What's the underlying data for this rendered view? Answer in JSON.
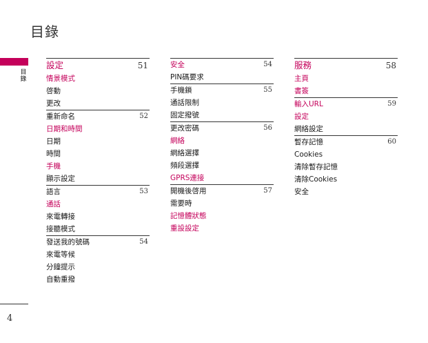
{
  "page": {
    "title": "目錄",
    "side_label": "目錄",
    "page_number": "4"
  },
  "columns": [
    {
      "entries": [
        {
          "text": "設定",
          "page": "51",
          "pink": true,
          "rule": true,
          "head": true
        },
        {
          "text": "情景模式",
          "pink": true
        },
        {
          "text": "啓動"
        },
        {
          "text": "更改"
        },
        {
          "text": "重新命名",
          "page": "52",
          "rule": true
        },
        {
          "text": "日期和時間",
          "pink": true
        },
        {
          "text": "日期"
        },
        {
          "text": "時間"
        },
        {
          "text": "手機",
          "pink": true
        },
        {
          "text": "顯示設定"
        },
        {
          "text": "語言",
          "page": "53",
          "rule": true
        },
        {
          "text": "通話",
          "pink": true
        },
        {
          "text": "來電轉接"
        },
        {
          "text": "接聽模式"
        },
        {
          "text": "發送我的號碼",
          "page": "54",
          "rule": true
        },
        {
          "text": "來電等候"
        },
        {
          "text": "分鐘提示"
        },
        {
          "text": "自動重撥"
        }
      ]
    },
    {
      "entries": [
        {
          "text": "安全",
          "page": "54",
          "pink": true,
          "rule": true
        },
        {
          "text": "PIN碼要求"
        },
        {
          "text": "手機鎖",
          "page": "55",
          "rule": true
        },
        {
          "text": "通話限制"
        },
        {
          "text": "固定撥號"
        },
        {
          "text": "更改密碼",
          "page": "56",
          "rule": true
        },
        {
          "text": "網絡",
          "pink": true
        },
        {
          "text": "網絡選擇"
        },
        {
          "text": "頻段選擇"
        },
        {
          "text": "GPRS連接",
          "pink": true
        },
        {
          "text": "開機後啓用",
          "page": "57",
          "rule": true
        },
        {
          "text": "需要時"
        },
        {
          "text": "記憶體狀態",
          "pink": true
        },
        {
          "text": "重設設定",
          "pink": true
        }
      ]
    },
    {
      "entries": [
        {
          "text": "服務",
          "page": "58",
          "pink": true,
          "rule": true,
          "head": true
        },
        {
          "text": "主頁",
          "pink": true
        },
        {
          "text": "書簽",
          "pink": true
        },
        {
          "text": "輸入URL",
          "page": "59",
          "pink": true,
          "rule": true
        },
        {
          "text": "設定",
          "pink": true
        },
        {
          "text": "網絡設定"
        },
        {
          "text": "暫存記憶",
          "page": "60",
          "rule": true
        },
        {
          "text": "Cookies"
        },
        {
          "text": "清除暫存記憶"
        },
        {
          "text": "清除Cookies"
        },
        {
          "text": "安全"
        }
      ]
    }
  ],
  "colors": {
    "accent": "#c4005a",
    "text": "#1a1a1a"
  }
}
